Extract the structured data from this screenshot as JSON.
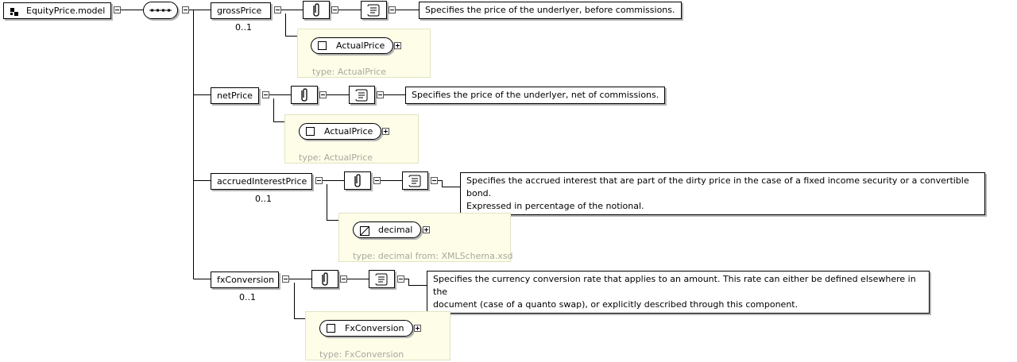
{
  "root": {
    "label": "EquityPrice.model"
  },
  "elements": [
    {
      "id": "gross",
      "name": "grossPrice",
      "occurrence": "0..1",
      "annotation": [
        "Specifies the price of the underlyer, before commissions."
      ],
      "type_name": "ActualPrice",
      "type_kind": "complex",
      "type_caption": "type: ActualPrice"
    },
    {
      "id": "net",
      "name": "netPrice",
      "occurrence": "",
      "annotation": [
        "Specifies the price of the underlyer, net of commissions."
      ],
      "type_name": "ActualPrice",
      "type_kind": "complex",
      "type_caption": "type: ActualPrice"
    },
    {
      "id": "accrued",
      "name": "accruedInterestPrice",
      "occurrence": "0..1",
      "annotation": [
        "Specifies the accrued interest that are part of the dirty price in the case of a fixed income security or a convertible bond.",
        "Expressed in percentage of the notional."
      ],
      "type_name": "decimal",
      "type_kind": "simple",
      "type_caption": "type: decimal from: XMLSchema.xsd"
    },
    {
      "id": "fx",
      "name": "fxConversion",
      "occurrence": "0..1",
      "annotation": [
        "Specifies the currency conversion rate that applies to an amount. This rate can either be defined elsewhere in the",
        "document (case of a quanto swap), or explicitly described through this component."
      ],
      "type_name": "FxConversion",
      "type_kind": "complex",
      "type_caption": "type: FxConversion"
    }
  ],
  "icons": {
    "model_group": "model-group-icon",
    "sequence": "sequence-compositor-icon",
    "appinfo": "paperclip-icon",
    "documentation": "scroll-icon",
    "complex_type": "complex-type-icon",
    "simple_type": "simple-type-icon",
    "collapse": "collapse-toggle-icon",
    "expand": "expand-toggle-icon"
  },
  "colors": {
    "type_panel_fill": "#fdfde8",
    "type_panel_border": "#e3e3c4",
    "type_caption": "#a8a8a0",
    "shadow": "#b4b4b4"
  }
}
